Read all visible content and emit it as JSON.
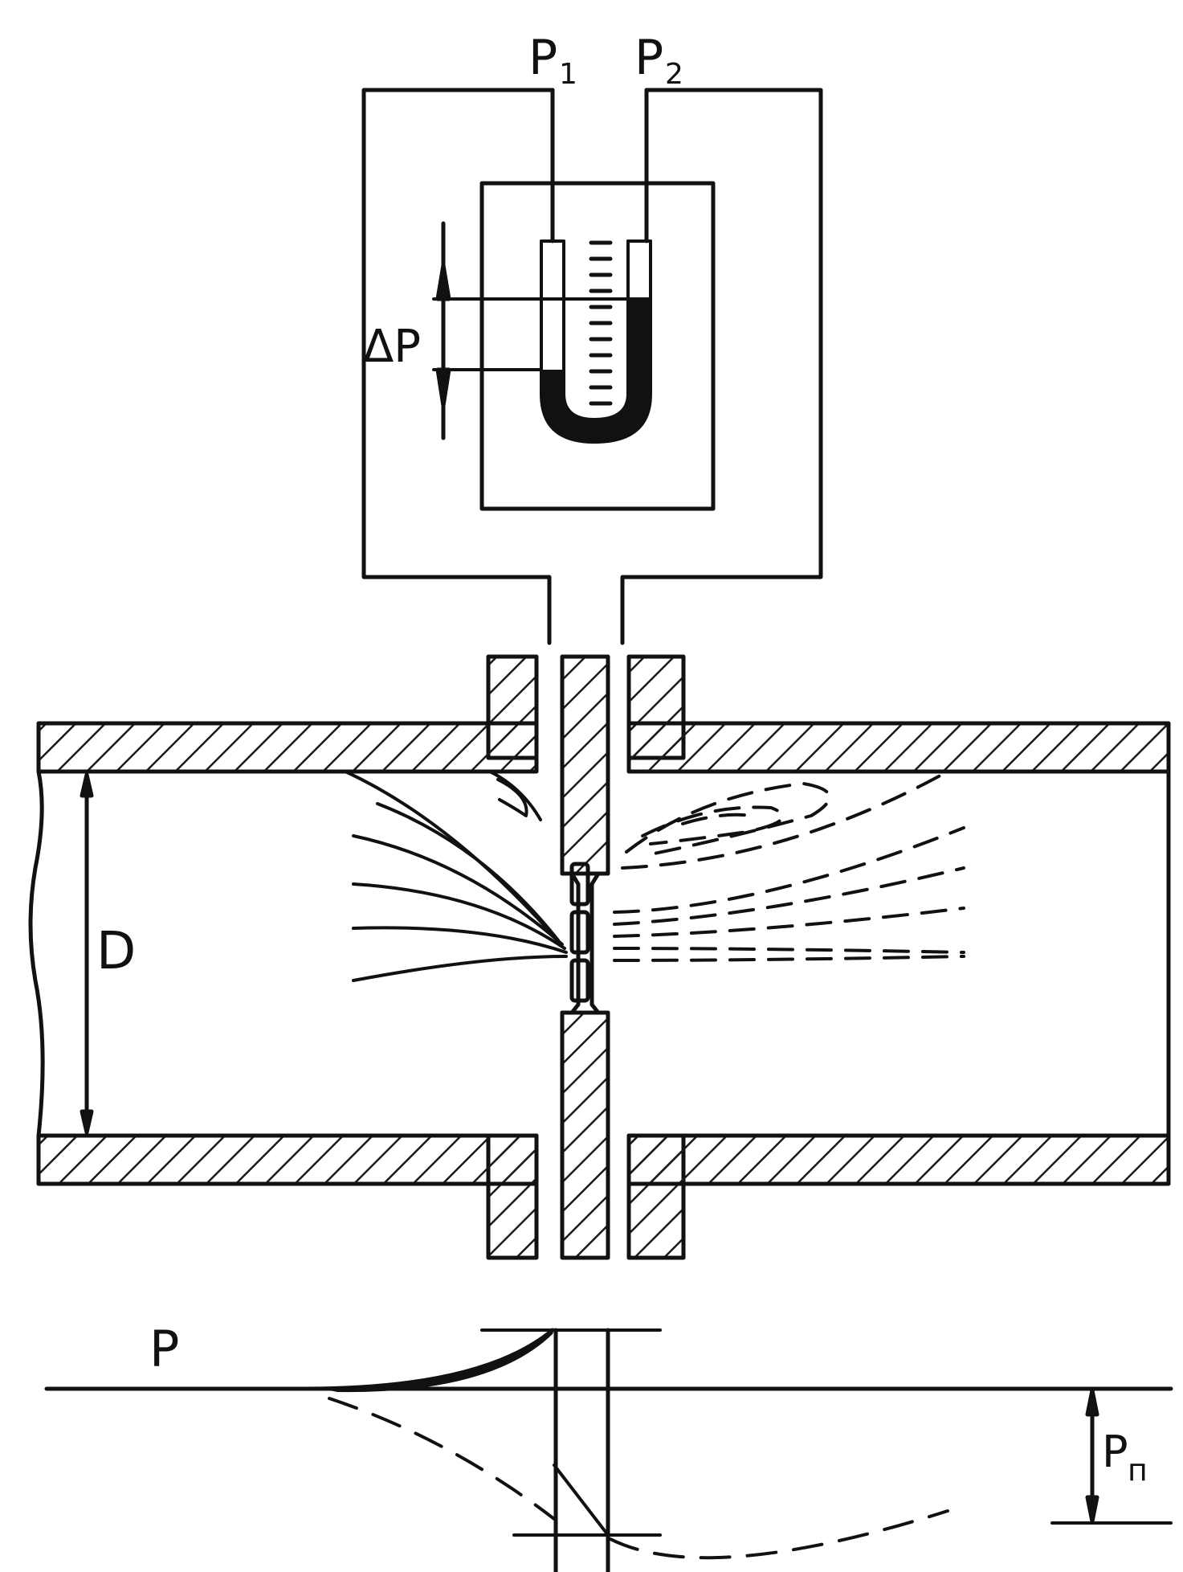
{
  "labels": {
    "p1_main": "P",
    "p1_sub": "1",
    "p2_main": "P",
    "p2_sub": "2",
    "delta_p": "ΔP",
    "diameter": "D",
    "pressure": "P",
    "pressure_loss_main": "P",
    "pressure_loss_sub": "п"
  },
  "colors": {
    "ink": "#111111",
    "paper": "#ffffff",
    "hatch": "#1a1a1a"
  }
}
